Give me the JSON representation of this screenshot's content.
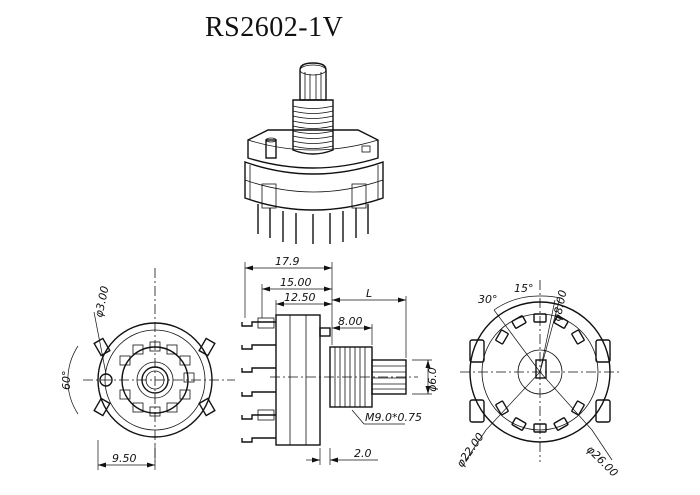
{
  "title": "RS2602-1V",
  "side_view": {
    "dims": {
      "total": "17.9",
      "body_to_shaft": "15.00",
      "bushing": "12.50",
      "shaft_len": "L",
      "shaft_tip": "8.00",
      "shaft_dia": "φ6.0",
      "thread": "M9.0*0.75",
      "flat": "2.0"
    }
  },
  "front_view": {
    "dims": {
      "hole_dia": "φ3.00",
      "angle": "60°",
      "offset": "9.50"
    }
  },
  "back_view": {
    "dims": {
      "angle_a": "30°",
      "angle_b": "15°",
      "inner_dia": "φ8.00",
      "pin_circle": "φ22.00",
      "outer_dia": "φ26.00"
    }
  }
}
